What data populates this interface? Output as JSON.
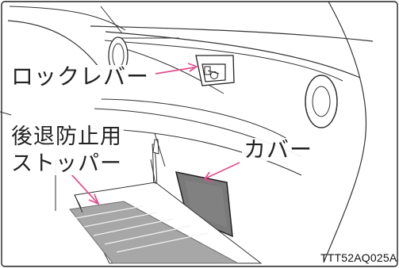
{
  "labels": {
    "lock_lever": "ロックレバー",
    "stopper_line1": "後退防止用",
    "stopper_line2": "ストッパー",
    "cover": "カバー",
    "figure_code": "TTT52AQ025A"
  },
  "colors": {
    "arrow": "#e24f8d",
    "line": "#2a2a2a",
    "floor": "#a7a7a7",
    "cover": "#777777"
  }
}
